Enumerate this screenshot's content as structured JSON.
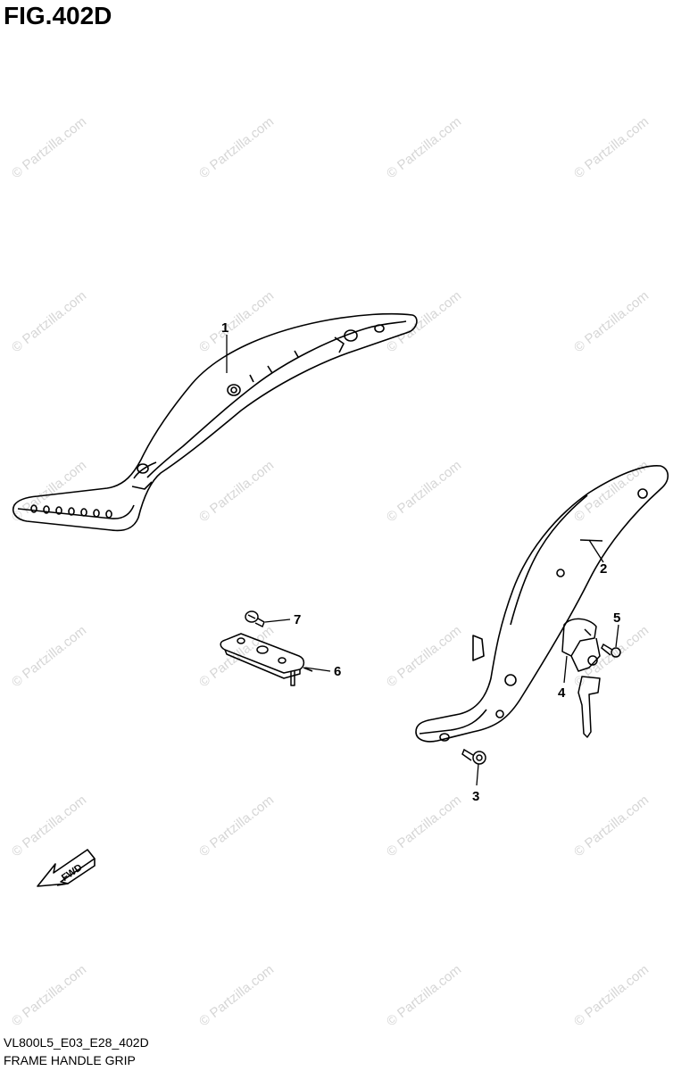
{
  "figure": {
    "title": "FIG.402D",
    "code": "VL800L5_E03_E28_402D",
    "name": "FRAME HANDLE GRIP"
  },
  "watermark": {
    "text": "© Partzilla.com",
    "color": "#d6d6d6"
  },
  "callouts": [
    "1",
    "2",
    "3",
    "4",
    "5",
    "6",
    "7"
  ],
  "fwd_label": "FWD",
  "colors": {
    "line": "#000000",
    "background": "#ffffff"
  }
}
